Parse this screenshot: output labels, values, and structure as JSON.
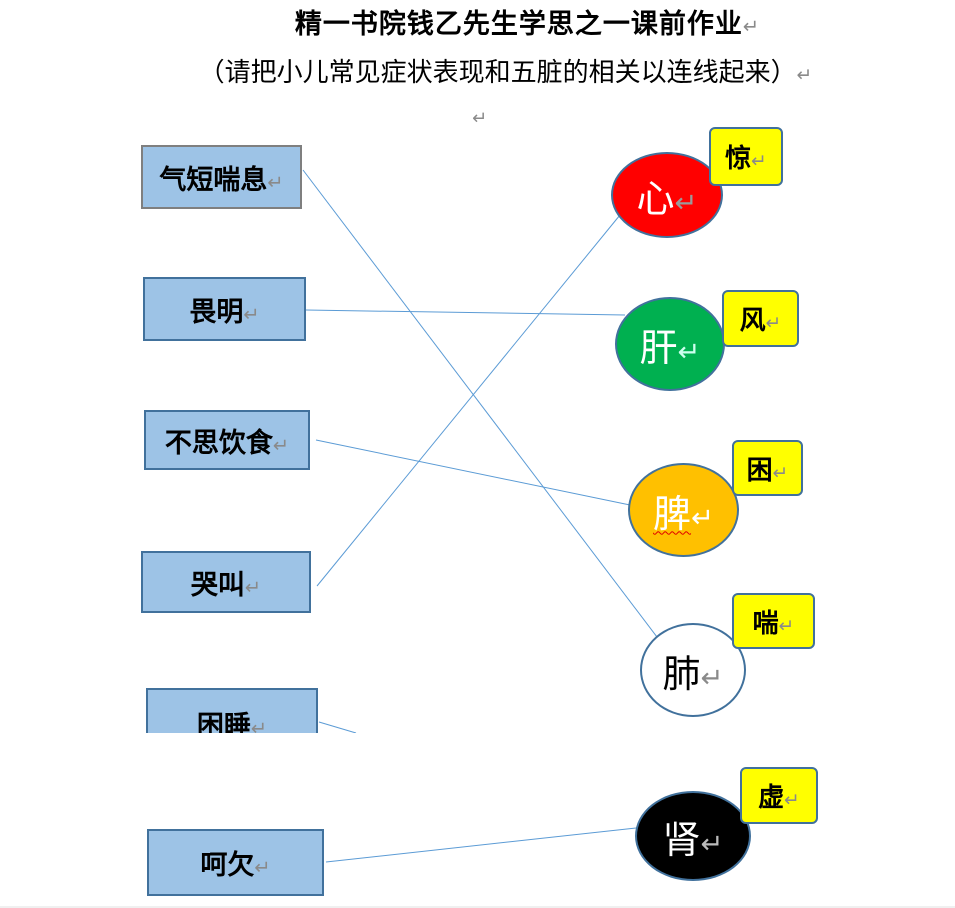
{
  "document": {
    "title": "精一书院钱乙先生学思之一课前作业",
    "subtitle": "（请把小儿常见症状表现和五脏的相关以连线起来）",
    "paragraph_mark": "↵"
  },
  "symptoms": [
    {
      "label": "气短喘息"
    },
    {
      "label": "畏明"
    },
    {
      "label": "不思饮食"
    },
    {
      "label": "哭叫"
    },
    {
      "label": "困睡"
    },
    {
      "label": "呵欠"
    }
  ],
  "organs": [
    {
      "label": "心",
      "fill": "#ff0000",
      "text_color": "#ffffff",
      "tag": "惊"
    },
    {
      "label": "肝",
      "fill": "#00b050",
      "text_color": "#ffffff",
      "tag": "风"
    },
    {
      "label": "脾",
      "fill": "#ffc000",
      "text_color": "#ffffff",
      "tag": "困"
    },
    {
      "label": "肺",
      "fill": "#ffffff",
      "text_color": "#000000",
      "tag": "喘"
    },
    {
      "label": "肾",
      "fill": "#000000",
      "text_color": "#ffffff",
      "tag": "虚"
    }
  ],
  "colors": {
    "symptom_box": "#9dc3e6",
    "box_border": "#41719c",
    "tag_fill": "#ffff00",
    "connector": "#5b9bd5"
  }
}
